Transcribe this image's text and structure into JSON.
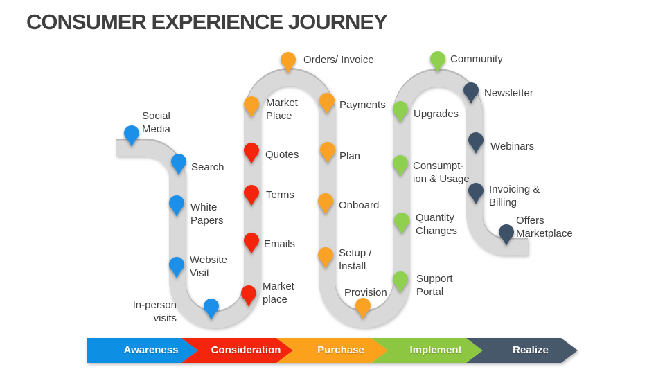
{
  "title": "CONSUMER EXPERIENCE JOURNEY",
  "journey": {
    "road_color": "#D9D9D9",
    "palette": {
      "awareness": {
        "pin": "#1C8FE9",
        "arrow": "#0A90E4"
      },
      "consideration": {
        "pin": "#F3260C",
        "arrow": "#F3260C"
      },
      "purchase": {
        "pin": "#F9A227",
        "arrow": "#FCA11C"
      },
      "implement": {
        "pin": "#8FD150",
        "arrow": "#8DC63F"
      },
      "realize": {
        "pin": "#3D5168",
        "arrow": "#46586B"
      }
    },
    "pins": [
      {
        "label": "Social\nMedia",
        "stage": "awareness"
      },
      {
        "label": "Search",
        "stage": "awareness"
      },
      {
        "label": "White\nPapers",
        "stage": "awareness"
      },
      {
        "label": "Website\nVisit",
        "stage": "awareness"
      },
      {
        "label": "In-person\nvisits",
        "stage": "awareness"
      },
      {
        "label": "Market\nPlace",
        "stage": "purchase"
      },
      {
        "label": "Quotes",
        "stage": "consideration"
      },
      {
        "label": "Terms",
        "stage": "consideration"
      },
      {
        "label": "Emails",
        "stage": "consideration"
      },
      {
        "label": "Market\nplace",
        "stage": "consideration"
      },
      {
        "label": "Orders/ Invoice",
        "stage": "purchase"
      },
      {
        "label": "Payments",
        "stage": "purchase"
      },
      {
        "label": "Plan",
        "stage": "purchase"
      },
      {
        "label": "Onboard",
        "stage": "purchase"
      },
      {
        "label": "Setup /\nInstall",
        "stage": "purchase"
      },
      {
        "label": "Provision",
        "stage": "purchase"
      },
      {
        "label": "Support\nPortal",
        "stage": "implement"
      },
      {
        "label": "Quantity\nChanges",
        "stage": "implement"
      },
      {
        "label": "Consumpt-\nion & Usage",
        "stage": "implement"
      },
      {
        "label": "Upgrades",
        "stage": "implement"
      },
      {
        "label": "Community",
        "stage": "implement"
      },
      {
        "label": "Newsletter",
        "stage": "realize"
      },
      {
        "label": "Webinars",
        "stage": "realize"
      },
      {
        "label": "Invoicing &\nBilling",
        "stage": "realize"
      },
      {
        "label": "Offers\nMarketplace",
        "stage": "realize"
      }
    ],
    "phases": [
      {
        "label": "Awareness",
        "stage": "awareness"
      },
      {
        "label": "Consideration",
        "stage": "consideration"
      },
      {
        "label": "Purchase",
        "stage": "purchase"
      },
      {
        "label": "Implement",
        "stage": "implement"
      },
      {
        "label": "Realize",
        "stage": "realize"
      }
    ]
  }
}
